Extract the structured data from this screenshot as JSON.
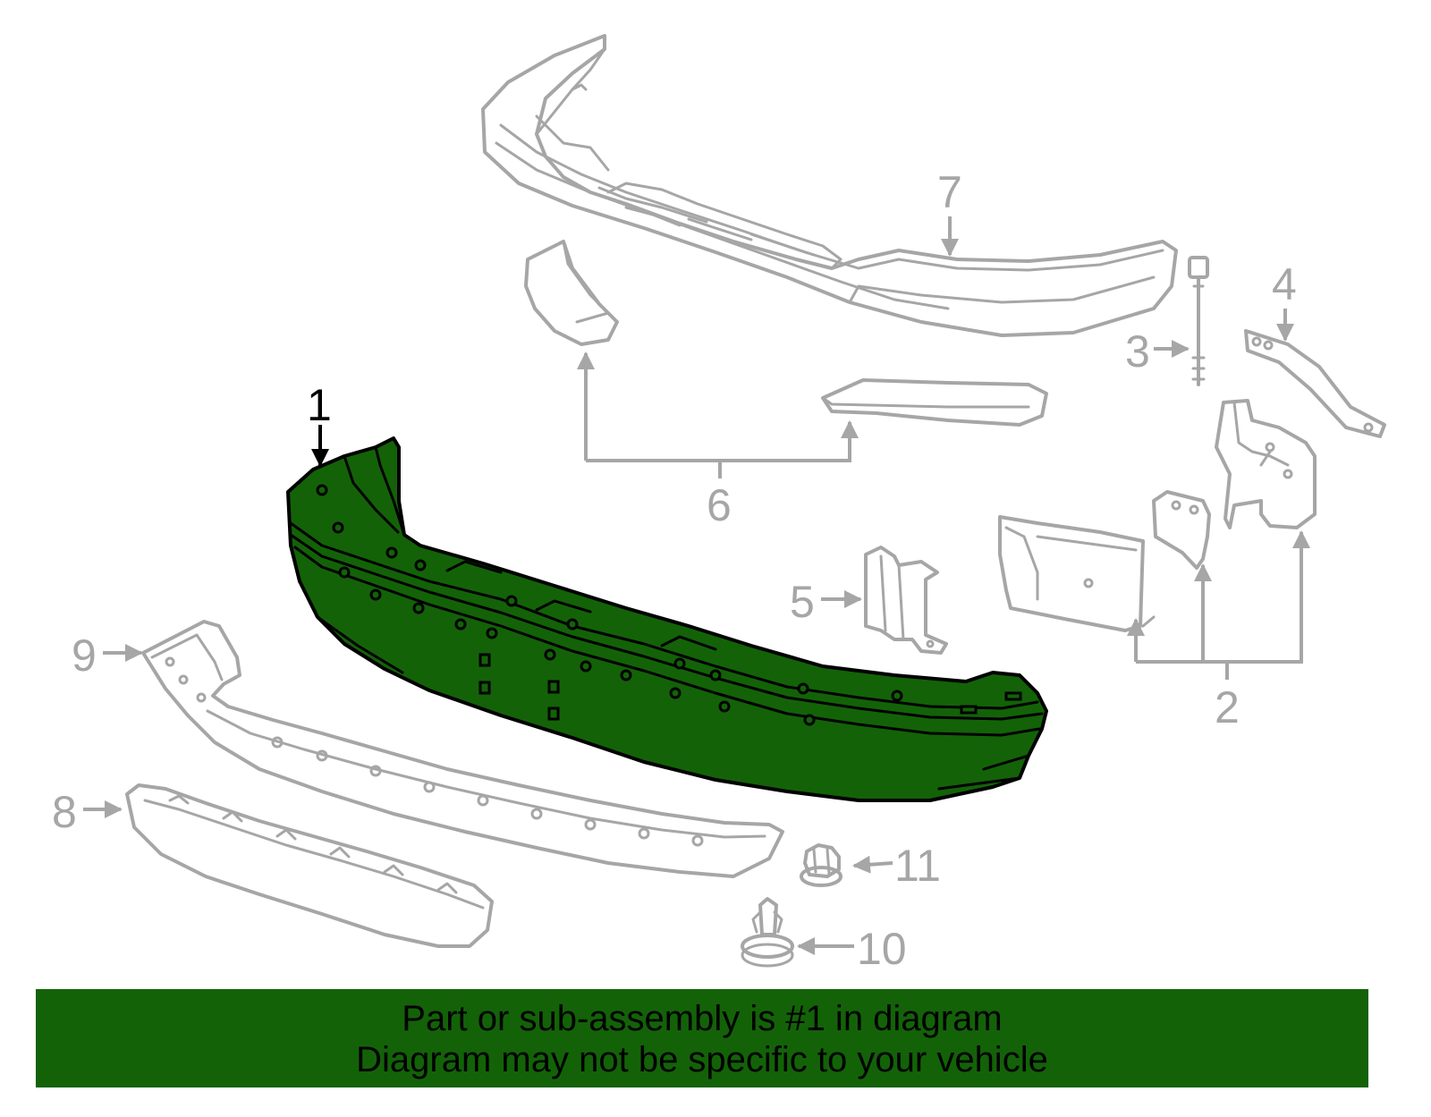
{
  "diagram": {
    "highlight_color": "#136208",
    "line_color": "#a6a6a6",
    "callouts": {
      "c1": "1",
      "c2": "2",
      "c3": "3",
      "c4": "4",
      "c5": "5",
      "c6": "6",
      "c7": "7",
      "c8": "8",
      "c9": "9",
      "c10": "10",
      "c11": "11"
    },
    "highlighted_part": "1"
  },
  "banner": {
    "line1": "Part or sub-assembly is #1 in diagram",
    "line2": "Diagram may not be specific to your vehicle",
    "background": "#136208"
  }
}
